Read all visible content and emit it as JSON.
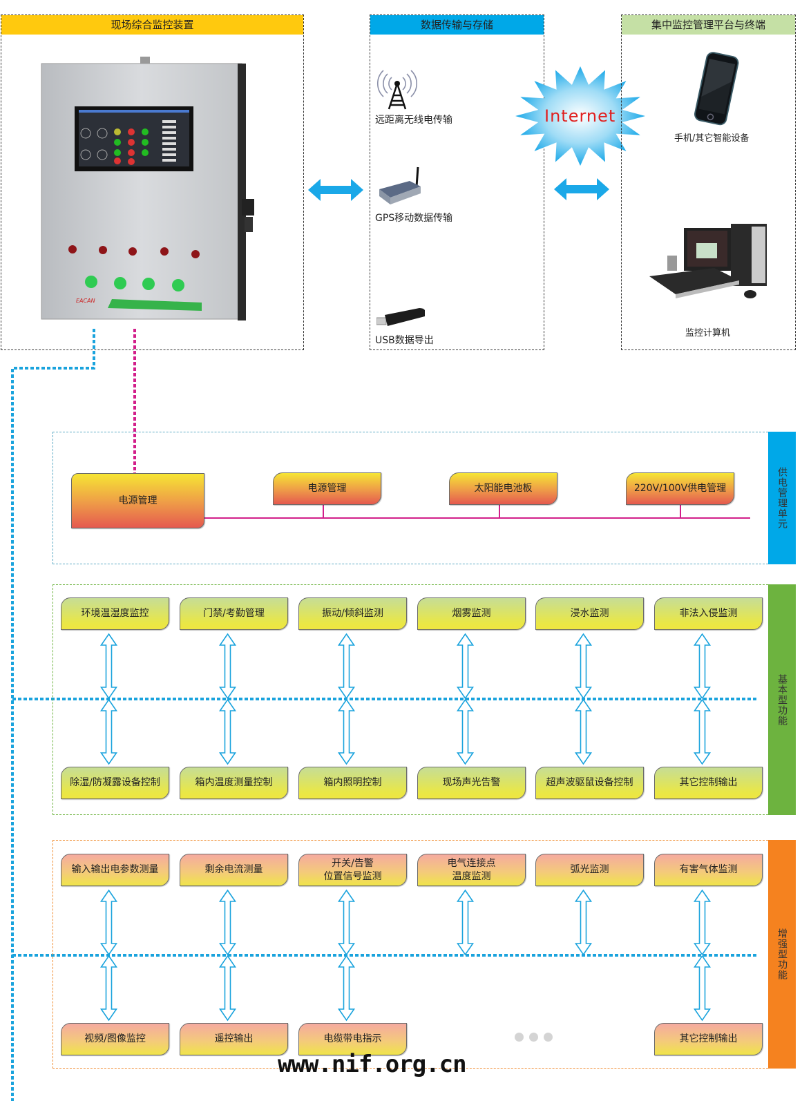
{
  "panels": {
    "device": {
      "title": "现场综合监控装置",
      "color": "#ffc90e"
    },
    "transfer": {
      "title": "数据传输与存储",
      "color": "#00a8e8",
      "items": [
        {
          "label": "远距离无线电传输",
          "icon": "radio-tower-icon"
        },
        {
          "label": "GPS移动数据传输",
          "icon": "gps-modem-icon"
        },
        {
          "label": "USB数据导出",
          "icon": "usb-drive-icon"
        }
      ]
    },
    "platform": {
      "title": "集中监控管理平台与终端",
      "color": "#c5e0a5",
      "items": [
        {
          "label": "手机/其它智能设备",
          "icon": "smartphone-icon"
        },
        {
          "label": "监控计算机",
          "icon": "desktop-computer-icon"
        }
      ]
    }
  },
  "internet": {
    "label": "Internet",
    "color": "#e02020"
  },
  "power_unit": {
    "side_label": "供电管理单元",
    "side_color": "#00a8e8",
    "main_box": "电源管理",
    "sources": [
      "电源管理",
      "太阳能电池板",
      "220V/100V供电管理"
    ],
    "bus_color": "#d21f8a"
  },
  "basic": {
    "side_label": "基本型功能",
    "side_color": "#6db33f",
    "top": [
      "环境温湿度监控",
      "门禁/考勤管理",
      "振动/倾斜监测",
      "烟雾监测",
      "浸水监测",
      "非法入侵监测"
    ],
    "bottom": [
      "除湿/防凝露设备控制",
      "箱内温度测量控制",
      "箱内照明控制",
      "现场声光告警",
      "超声波驱鼠设备控制",
      "其它控制输出"
    ]
  },
  "enhanced": {
    "side_label": "增强型功能",
    "side_color": "#f5821f",
    "top": [
      "输入输出电参数测量",
      "剩余电流测量",
      "开关/告警\n位置信号监测",
      "电气连接点\n温度监测",
      "弧光监测",
      "有害气体监测"
    ],
    "bottom": [
      "视频/图像监控",
      "遥控输出",
      "电缆带电指示",
      "",
      "",
      "其它控制输出"
    ]
  },
  "watermark": "www.nif.org.cn",
  "bus_color": "#1aa3dd"
}
